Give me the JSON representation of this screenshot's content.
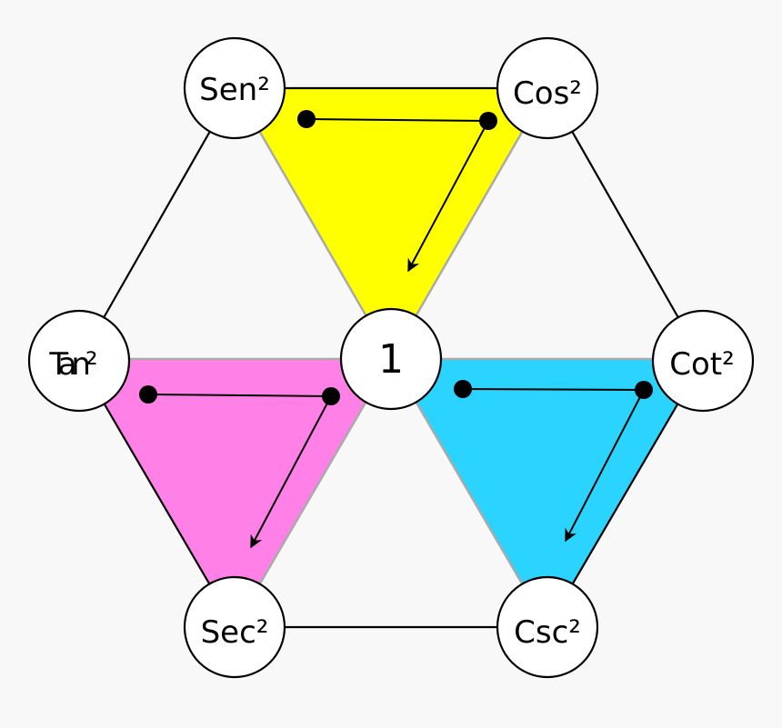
{
  "colors": {
    "background": "#f8f8f8",
    "top_triangle": "#ffff00",
    "left_triangle": "#ff80e6",
    "right_triangle": "#2ad4ff",
    "node_fill": "#ffffff",
    "line": "#000000"
  },
  "nodes": {
    "sen2": "Sen²",
    "cos2": "Cos²",
    "tan2": "Tan²",
    "one": "1",
    "cot2": "Cot²",
    "sec2": "Sec²",
    "csc2": "Csc²"
  }
}
